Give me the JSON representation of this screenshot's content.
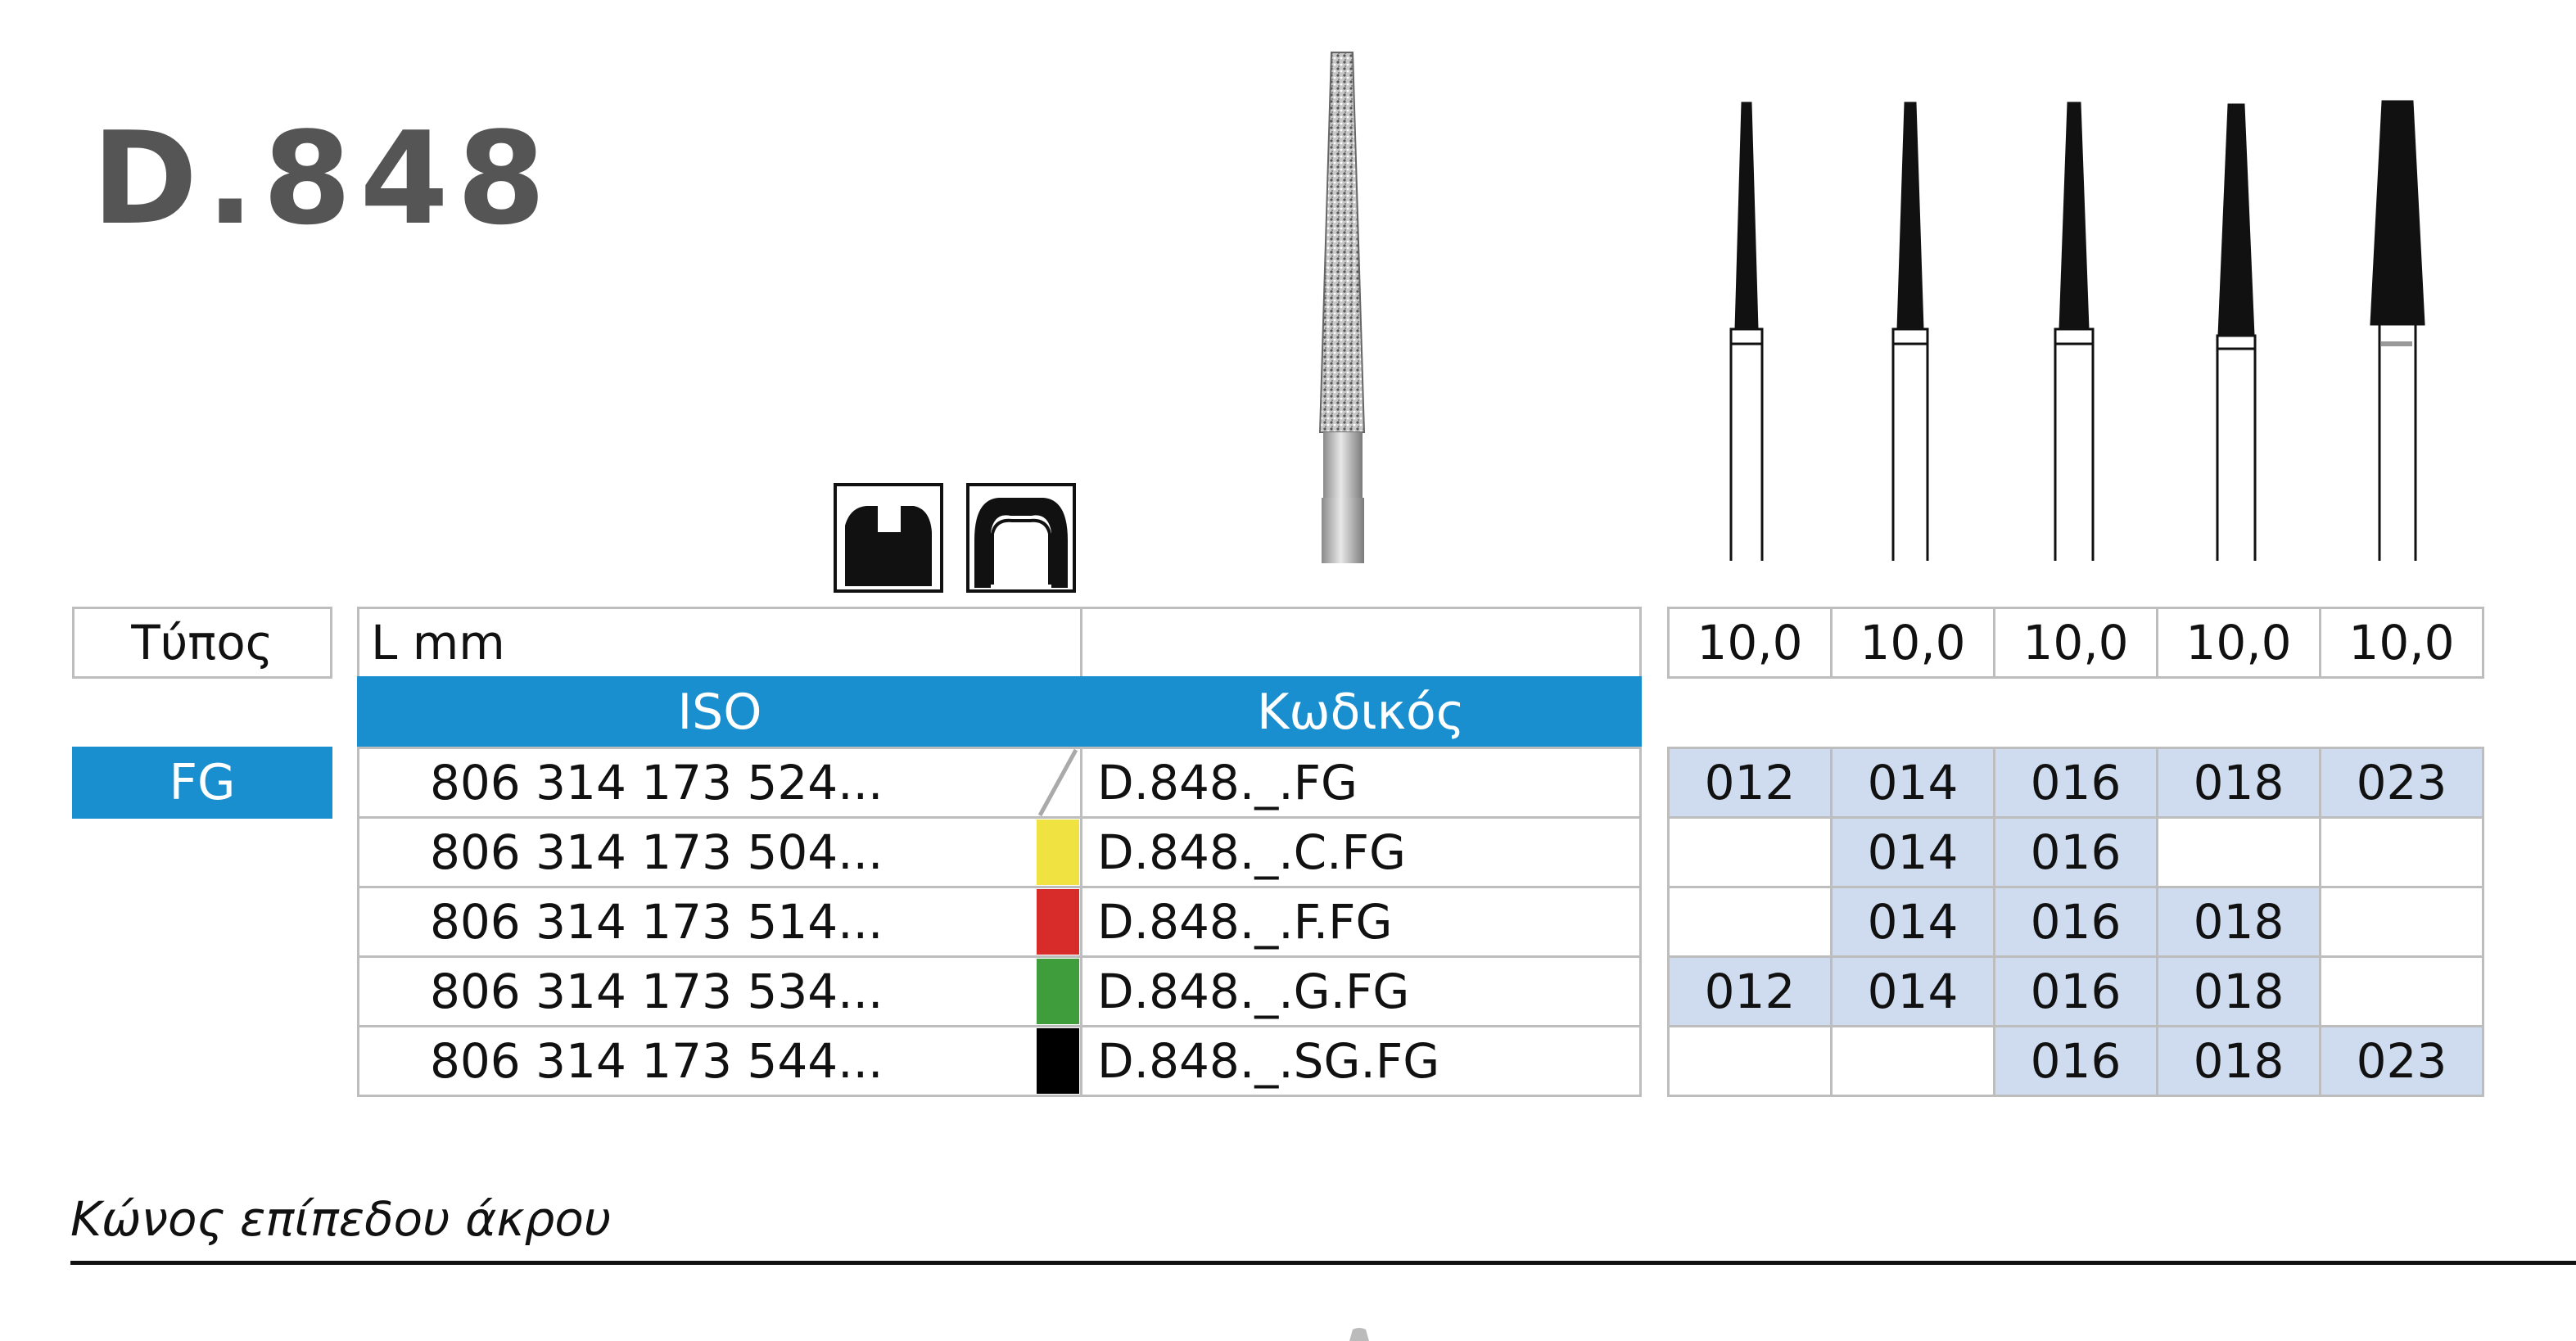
{
  "product": {
    "title": "D.848",
    "description": "Κώνος επίπεδου άκρου"
  },
  "header": {
    "type_label": "Τύπος",
    "length_label": "L mm",
    "iso_label": "ISO",
    "code_label": "Κωδικός",
    "lengths": [
      "10,0",
      "10,0",
      "10,0",
      "10,0",
      "10,0"
    ]
  },
  "shank_type": "FG",
  "rows": [
    {
      "iso": "806 314 173 524...",
      "code": "D.848._.FG",
      "grit_color": "none",
      "sizes": [
        "012",
        "014",
        "016",
        "018",
        "023"
      ]
    },
    {
      "iso": "806 314 173 504...",
      "code": "D.848._.C.FG",
      "grit_color": "#f0e240",
      "sizes": [
        "",
        "014",
        "016",
        "",
        ""
      ]
    },
    {
      "iso": "806 314 173 514...",
      "code": "D.848._.F.FG",
      "grit_color": "#d82c2a",
      "sizes": [
        "",
        "014",
        "016",
        "018",
        ""
      ]
    },
    {
      "iso": "806 314 173 534...",
      "code": "D.848._.G.FG",
      "grit_color": "#3f9e3b",
      "sizes": [
        "012",
        "014",
        "016",
        "018",
        ""
      ]
    },
    {
      "iso": "806 314 173 544...",
      "code": "D.848._.SG.FG",
      "grit_color": "#000000",
      "sizes": [
        "",
        "",
        "016",
        "018",
        "023"
      ]
    }
  ],
  "colors": {
    "accent": "#1a8fd0",
    "size_fill": "#cfdcef",
    "title": "#555555"
  },
  "icons": [
    "cavity-preparation-icon",
    "crown-preparation-icon",
    "diamond-bur-image",
    "bur-size-silhouette-icon"
  ]
}
